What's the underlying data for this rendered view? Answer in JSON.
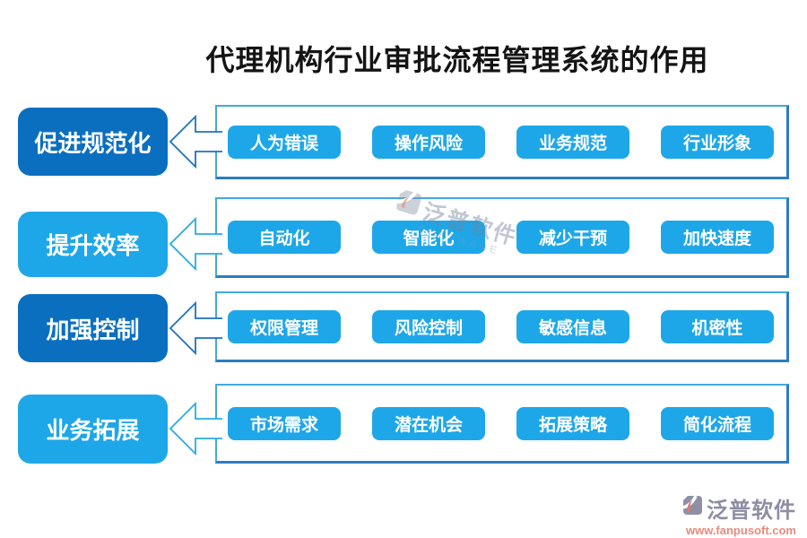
{
  "title": "代理机构行业审批流程管理系统的作用",
  "rows": [
    {
      "label": "促进规范化",
      "tone": "dark",
      "tags": [
        "人为错误",
        "操作风险",
        "业务规范",
        "行业形象"
      ]
    },
    {
      "label": "提升效率",
      "tone": "light",
      "tags": [
        "自动化",
        "智能化",
        "减少干预",
        "加快速度"
      ]
    },
    {
      "label": "加强控制",
      "tone": "dark",
      "tags": [
        "权限管理",
        "风险控制",
        "敏感信息",
        "机密性"
      ]
    },
    {
      "label": "业务拓展",
      "tone": "light",
      "tags": [
        "市场需求",
        "潜在机会",
        "拓展策略",
        "简化流程"
      ]
    }
  ],
  "watermark": {
    "text": "泛普软件",
    "subtext": "SOFTWARE"
  },
  "footer": {
    "brand": "泛普软件",
    "url": "www.fanpusoft.com"
  },
  "colors": {
    "dark_blue": "#0b6fc0",
    "light_blue": "#1ea7e8",
    "container_border_light": "#3fa9e0",
    "container_border_dark": "#2d7cc1",
    "brand_gray": "#8d8da4",
    "url_salmon": "#e98a7c",
    "title_black": "#141414"
  }
}
